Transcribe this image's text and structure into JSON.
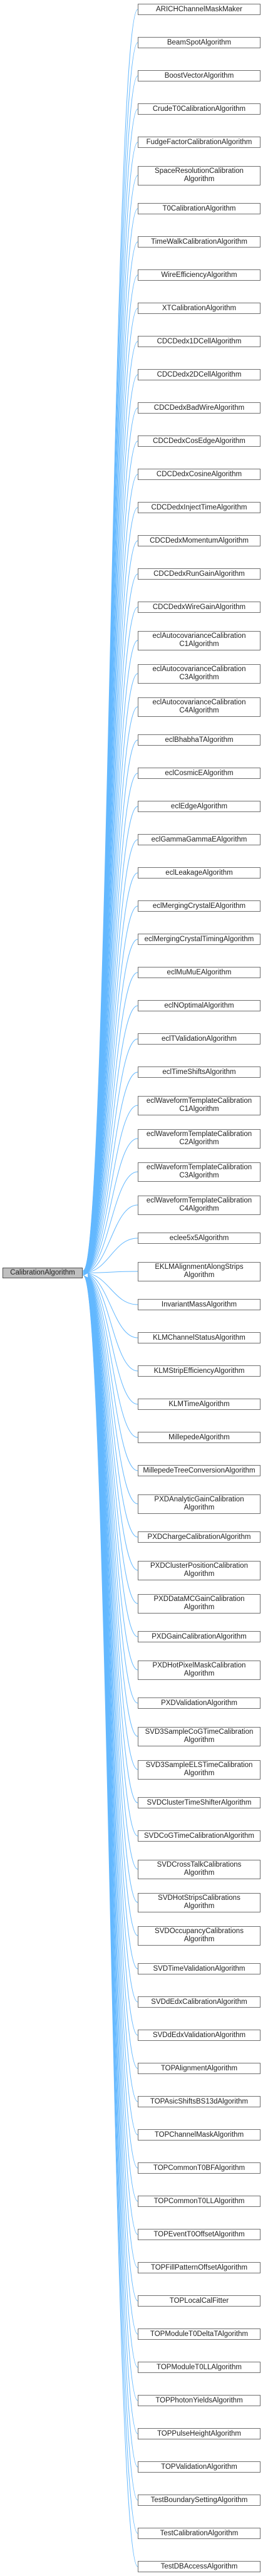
{
  "root": {
    "label": "CalibrationAlgorithm"
  },
  "derived": [
    {
      "label": "ARICHChannelMaskMaker"
    },
    {
      "label": "BeamSpotAlgorithm"
    },
    {
      "label": "BoostVectorAlgorithm"
    },
    {
      "label": "CrudeT0CalibrationAlgorithm"
    },
    {
      "label": "FudgeFactorCalibrationAlgorithm"
    },
    {
      "label": "SpaceResolutionCalibration\nAlgorithm"
    },
    {
      "label": "T0CalibrationAlgorithm"
    },
    {
      "label": "TimeWalkCalibrationAlgorithm"
    },
    {
      "label": "WireEfficiencyAlgorithm"
    },
    {
      "label": "XTCalibrationAlgorithm"
    },
    {
      "label": "CDCDedx1DCellAlgorithm"
    },
    {
      "label": "CDCDedx2DCellAlgorithm"
    },
    {
      "label": "CDCDedxBadWireAlgorithm"
    },
    {
      "label": "CDCDedxCosEdgeAlgorithm"
    },
    {
      "label": "CDCDedxCosineAlgorithm"
    },
    {
      "label": "CDCDedxInjectTimeAlgorithm"
    },
    {
      "label": "CDCDedxMomentumAlgorithm"
    },
    {
      "label": "CDCDedxRunGainAlgorithm"
    },
    {
      "label": "CDCDedxWireGainAlgorithm"
    },
    {
      "label": "eclAutocovarianceCalibration\nC1Algorithm"
    },
    {
      "label": "eclAutocovarianceCalibration\nC3Algorithm"
    },
    {
      "label": "eclAutocovarianceCalibration\nC4Algorithm"
    },
    {
      "label": "eclBhabhaTAlgorithm"
    },
    {
      "label": "eclCosmicEAlgorithm"
    },
    {
      "label": "eclEdgeAlgorithm"
    },
    {
      "label": "eclGammaGammaEAlgorithm"
    },
    {
      "label": "eclLeakageAlgorithm"
    },
    {
      "label": "eclMergingCrystalEAlgorithm"
    },
    {
      "label": "eclMergingCrystalTimingAlgorithm"
    },
    {
      "label": "eclMuMuEAlgorithm"
    },
    {
      "label": "eclNOptimalAlgorithm"
    },
    {
      "label": "eclTValidationAlgorithm"
    },
    {
      "label": "eclTimeShiftsAlgorithm"
    },
    {
      "label": "eclWaveformTemplateCalibration\nC1Algorithm"
    },
    {
      "label": "eclWaveformTemplateCalibration\nC2Algorithm"
    },
    {
      "label": "eclWaveformTemplateCalibration\nC3Algorithm"
    },
    {
      "label": "eclWaveformTemplateCalibration\nC4Algorithm"
    },
    {
      "label": "eclee5x5Algorithm"
    },
    {
      "label": "EKLMAlignmentAlongStrips\nAlgorithm"
    },
    {
      "label": "InvariantMassAlgorithm"
    },
    {
      "label": "KLMChannelStatusAlgorithm"
    },
    {
      "label": "KLMStripEfficiencyAlgorithm"
    },
    {
      "label": "KLMTimeAlgorithm"
    },
    {
      "label": "MillepedeAlgorithm"
    },
    {
      "label": "MillepedeTreeConversionAlgorithm"
    },
    {
      "label": "PXDAnalyticGainCalibration\nAlgorithm"
    },
    {
      "label": "PXDChargeCalibrationAlgorithm"
    },
    {
      "label": "PXDClusterPositionCalibration\nAlgorithm"
    },
    {
      "label": "PXDDataMCGainCalibration\nAlgorithm"
    },
    {
      "label": "PXDGainCalibrationAlgorithm"
    },
    {
      "label": "PXDHotPixelMaskCalibration\nAlgorithm"
    },
    {
      "label": "PXDValidationAlgorithm"
    },
    {
      "label": "SVD3SampleCoGTimeCalibration\nAlgorithm"
    },
    {
      "label": "SVD3SampleELSTimeCalibration\nAlgorithm"
    },
    {
      "label": "SVDClusterTimeShifterAlgorithm"
    },
    {
      "label": "SVDCoGTimeCalibrationAlgorithm"
    },
    {
      "label": "SVDCrossTalkCalibrations\nAlgorithm"
    },
    {
      "label": "SVDHotStripsCalibrations\nAlgorithm"
    },
    {
      "label": "SVDOccupancyCalibrations\nAlgorithm"
    },
    {
      "label": "SVDTimeValidationAlgorithm"
    },
    {
      "label": "SVDdEdxCalibrationAlgorithm"
    },
    {
      "label": "SVDdEdxValidationAlgorithm"
    },
    {
      "label": "TOPAlignmentAlgorithm"
    },
    {
      "label": "TOPAsicShiftsBS13dAlgorithm"
    },
    {
      "label": "TOPChannelMaskAlgorithm"
    },
    {
      "label": "TOPCommonT0BFAlgorithm"
    },
    {
      "label": "TOPCommonT0LLAlgorithm"
    },
    {
      "label": "TOPEventT0OffsetAlgorithm"
    },
    {
      "label": "TOPFillPatternOffsetAlgorithm"
    },
    {
      "label": "TOPLocalCalFitter"
    },
    {
      "label": "TOPModuleT0DeltaTAlgorithm"
    },
    {
      "label": "TOPModuleT0LLAlgorithm"
    },
    {
      "label": "TOPPhotonYieldsAlgorithm"
    },
    {
      "label": "TOPPulseHeightAlgorithm"
    },
    {
      "label": "TOPValidationAlgorithm"
    },
    {
      "label": "TestBoundarySettingAlgorithm"
    },
    {
      "label": "TestCalibrationAlgorithm"
    },
    {
      "label": "TestDBAccessAlgorithm"
    }
  ],
  "colors": {
    "edge": "#63b8ff",
    "root_fill": "#bfbfbf",
    "node_border": "#6f6f6f"
  }
}
